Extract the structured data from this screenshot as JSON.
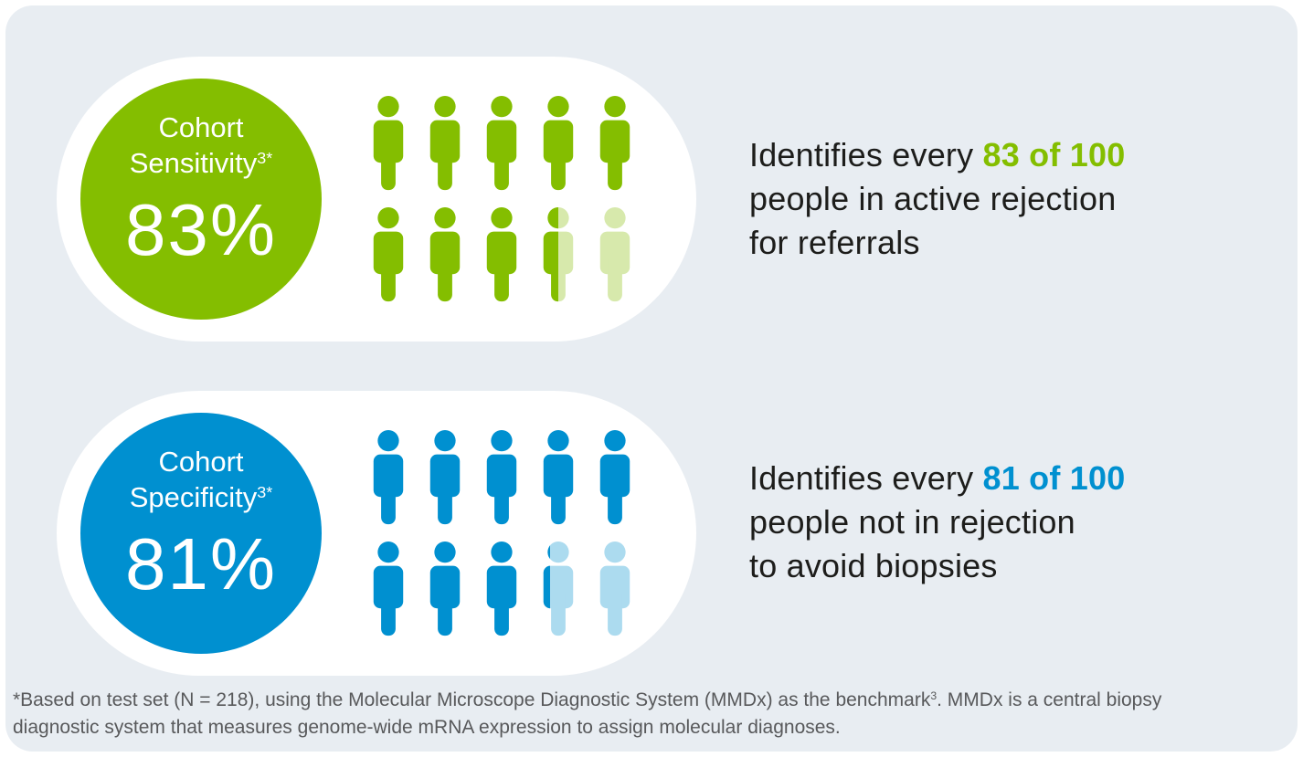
{
  "infographic": {
    "card_bg": "#E8EDF2",
    "panel_bg": "#FFFFFF",
    "text_color": "#1D1D1B",
    "footnote_color": "#58595B"
  },
  "rows": [
    {
      "id": "sensitivity",
      "accent": "#84BE00",
      "faded_opacity": 0.32,
      "circle": {
        "label_line1": "Cohort",
        "label_line2": "Sensitivity",
        "label_sup": "3*",
        "value": "83%"
      },
      "pictogram": {
        "total_icons": 10,
        "full_icons": 8,
        "partial_fraction": 0.5,
        "per_row": 5
      },
      "statement": {
        "prefix": "Identifies every ",
        "highlight": "83 of 100",
        "line2": "people in active rejection",
        "line3": "for referrals"
      }
    },
    {
      "id": "specificity",
      "accent": "#0090D0",
      "faded_opacity": 0.32,
      "circle": {
        "label_line1": "Cohort",
        "label_line2": "Specificity",
        "label_sup": "3*",
        "value": "81%"
      },
      "pictogram": {
        "total_icons": 10,
        "full_icons": 8,
        "partial_fraction": 0.32,
        "per_row": 5
      },
      "statement": {
        "prefix": "Identifies every ",
        "highlight": "81 of 100",
        "line2": "people not in rejection",
        "line3": "to avoid biopsies"
      }
    }
  ],
  "footnote": {
    "part1": "*Based on test set (N = 218), using the Molecular Microscope Diagnostic System (MMDx) as the benchmark",
    "sup": "3",
    "part2": ". MMDx is a central biopsy diagnostic system that measures genome-wide mRNA expression to assign molecular diagnoses."
  },
  "chart_data": {
    "type": "pictogram",
    "categories": [
      "Cohort Sensitivity",
      "Cohort Specificity"
    ],
    "values": [
      83,
      81
    ],
    "unit": "%",
    "series": [
      {
        "name": "Cohort Sensitivity",
        "value": 83,
        "color": "#84BE00",
        "icons_total": 10,
        "icons_full": 8,
        "icons_partial": 1,
        "icons_empty": 1,
        "annotation": "Identifies every 83 of 100 people in active rejection for referrals"
      },
      {
        "name": "Cohort Specificity",
        "value": 81,
        "color": "#0090D0",
        "icons_total": 10,
        "icons_full": 8,
        "icons_partial": 1,
        "icons_empty": 1,
        "annotation": "Identifies every 81 of 100 people not in rejection to avoid biopsies"
      }
    ],
    "legend_position": "none",
    "grid": false
  }
}
